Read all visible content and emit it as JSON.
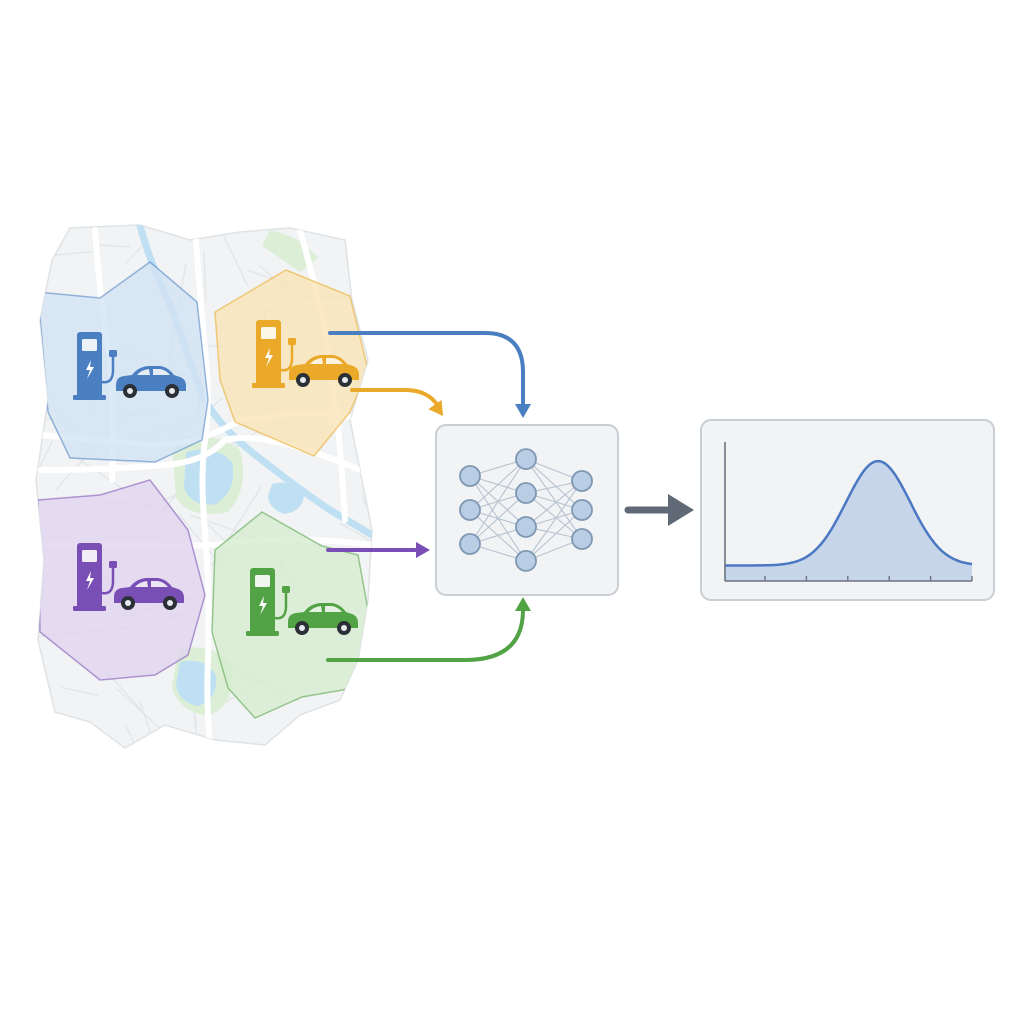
{
  "colors": {
    "background": "#ffffff",
    "map_base": "#f1f3f4",
    "map_road": "#ffffff",
    "map_road_minor": "#e3e6e8",
    "water": "#bfe0f3",
    "park": "#dcefd6",
    "panel_fill": "#f1f3f5",
    "panel_stroke": "#c9ced3",
    "node_fill": "#b9cde4",
    "node_stroke": "#7e97b3",
    "edge": "#b8c3cf",
    "output_arrow": "#5f6a76",
    "curve_line": "#4a78c2",
    "curve_fill": "#c6d5ea",
    "axis": "#6b7480"
  },
  "regions": [
    {
      "id": "blue",
      "color": "#4a7fc1",
      "fill": "#d2e3f4",
      "icon": "ev-charging-station-icon"
    },
    {
      "id": "yellow",
      "color": "#eaa928",
      "fill": "#f9e3b3",
      "icon": "ev-charging-station-icon"
    },
    {
      "id": "purple",
      "color": "#7a4fb5",
      "fill": "#e0d4ef",
      "icon": "ev-charging-station-icon"
    },
    {
      "id": "green",
      "color": "#52a345",
      "fill": "#d6ecce",
      "icon": "ev-charging-station-icon"
    }
  ],
  "model": {
    "icon": "neural-network-icon",
    "layers": [
      3,
      4,
      3
    ]
  },
  "output": {
    "icon": "distribution-chart-icon",
    "tick_count": 6,
    "curve": {
      "baseline": 0.12,
      "peak_position": 0.62,
      "peak_height": 0.93,
      "spread": 0.13
    }
  }
}
